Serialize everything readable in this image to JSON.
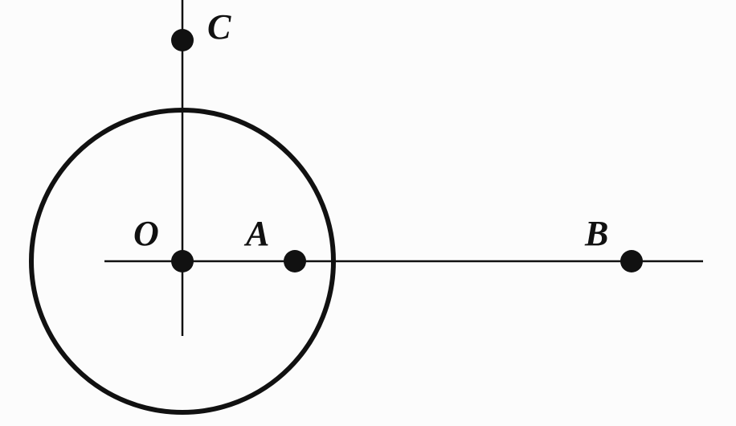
{
  "diagram": {
    "labels": {
      "O": "O",
      "A": "A",
      "B": "B",
      "C": "C"
    },
    "colors": {
      "ink": "#111111",
      "background": "#fcfcfc"
    }
  }
}
